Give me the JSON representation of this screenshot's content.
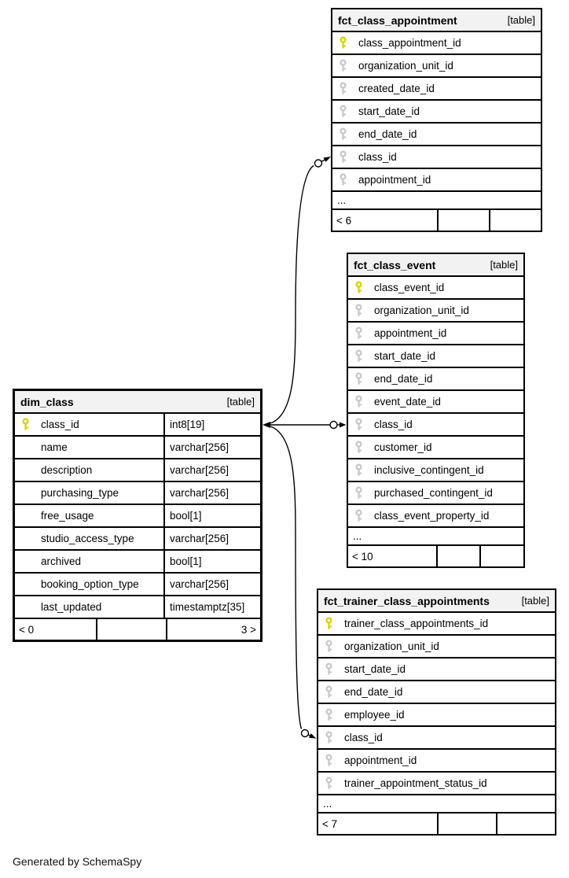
{
  "diagram": {
    "credit": "Generated by SchemaSpy",
    "badge": "[table]",
    "colors": {
      "primary_key": "#d6d600",
      "foreign_key": "#c9c9c9",
      "header_bg": "#f2f2f2",
      "border": "#000000"
    },
    "tables": [
      {
        "name": "fct_class_appointment",
        "columns": [
          {
            "name": "class_appointment_id",
            "key": "pk"
          },
          {
            "name": "organization_unit_id",
            "key": "fk"
          },
          {
            "name": "created_date_id",
            "key": "fk"
          },
          {
            "name": "start_date_id",
            "key": "fk"
          },
          {
            "name": "end_date_id",
            "key": "fk"
          },
          {
            "name": "class_id",
            "key": "fk"
          },
          {
            "name": "appointment_id",
            "key": "fk"
          }
        ],
        "ellipsis": "...",
        "footer": [
          "< 6",
          "",
          ""
        ]
      },
      {
        "name": "fct_class_event",
        "columns": [
          {
            "name": "class_event_id",
            "key": "pk"
          },
          {
            "name": "organization_unit_id",
            "key": "fk"
          },
          {
            "name": "appointment_id",
            "key": "fk"
          },
          {
            "name": "start_date_id",
            "key": "fk"
          },
          {
            "name": "end_date_id",
            "key": "fk"
          },
          {
            "name": "event_date_id",
            "key": "fk"
          },
          {
            "name": "class_id",
            "key": "fk"
          },
          {
            "name": "customer_id",
            "key": "fk"
          },
          {
            "name": "inclusive_contingent_id",
            "key": "fk"
          },
          {
            "name": "purchased_contingent_id",
            "key": "fk"
          },
          {
            "name": "class_event_property_id",
            "key": "fk"
          }
        ],
        "ellipsis": "...",
        "footer": [
          "< 10",
          "",
          ""
        ]
      },
      {
        "name": "dim_class",
        "columns": [
          {
            "name": "class_id",
            "type": "int8[19]",
            "key": "pk"
          },
          {
            "name": "name",
            "type": "varchar[256]",
            "key": ""
          },
          {
            "name": "description",
            "type": "varchar[256]",
            "key": ""
          },
          {
            "name": "purchasing_type",
            "type": "varchar[256]",
            "key": ""
          },
          {
            "name": "free_usage",
            "type": "bool[1]",
            "key": ""
          },
          {
            "name": "studio_access_type",
            "type": "varchar[256]",
            "key": ""
          },
          {
            "name": "archived",
            "type": "bool[1]",
            "key": ""
          },
          {
            "name": "booking_option_type",
            "type": "varchar[256]",
            "key": ""
          },
          {
            "name": "last_updated",
            "type": "timestamptz[35]",
            "key": ""
          }
        ],
        "footer": [
          "< 0",
          "",
          "3 >"
        ]
      },
      {
        "name": "fct_trainer_class_appointments",
        "columns": [
          {
            "name": "trainer_class_appointments_id",
            "key": "pk"
          },
          {
            "name": "organization_unit_id",
            "key": "fk"
          },
          {
            "name": "start_date_id",
            "key": "fk"
          },
          {
            "name": "end_date_id",
            "key": "fk"
          },
          {
            "name": "employee_id",
            "key": "fk"
          },
          {
            "name": "class_id",
            "key": "fk"
          },
          {
            "name": "appointment_id",
            "key": "fk"
          },
          {
            "name": "trainer_appointment_status_id",
            "key": "fk"
          }
        ],
        "ellipsis": "...",
        "footer": [
          "< 7",
          "",
          ""
        ]
      }
    ],
    "relationships": [
      {
        "from": "dim_class.class_id",
        "to": "fct_class_appointment.class_id",
        "marker": "circle-arrow"
      },
      {
        "from": "dim_class.class_id",
        "to": "fct_class_event.class_id",
        "marker": "circle-arrow"
      },
      {
        "from": "dim_class.class_id",
        "to": "fct_trainer_class_appointments.class_id",
        "marker": "circle-arrow"
      }
    ]
  }
}
